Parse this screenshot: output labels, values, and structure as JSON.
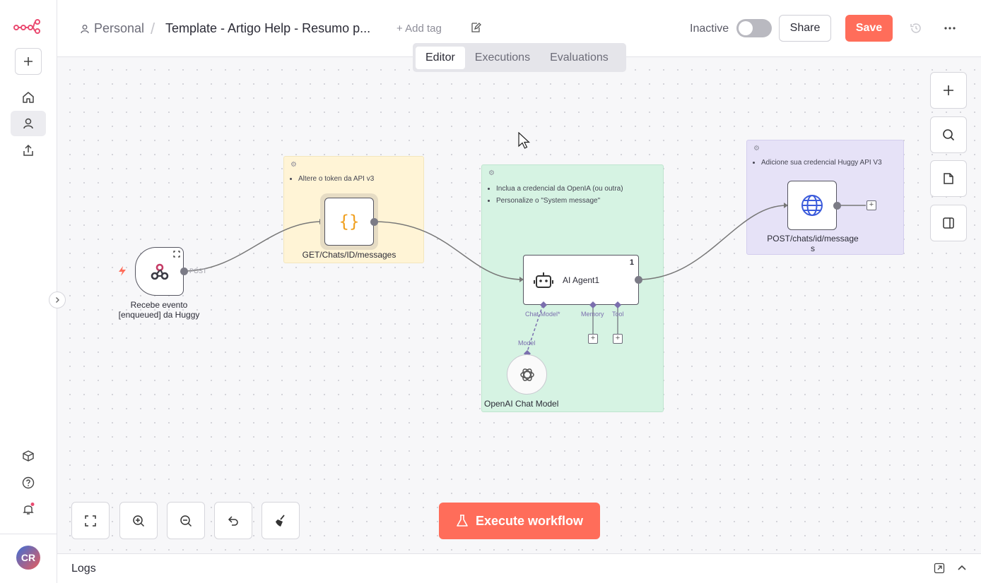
{
  "header": {
    "workspace": "Personal",
    "workflow_title": "Template - Artigo Help - Resumo p...",
    "add_tag": "+ Add tag",
    "status_label": "Inactive",
    "share_label": "Share",
    "save_label": "Save"
  },
  "tabs": [
    {
      "label": "Editor",
      "active": true
    },
    {
      "label": "Executions",
      "active": false
    },
    {
      "label": "Evaluations",
      "active": false
    }
  ],
  "rail": {
    "avatar_initials": "CR",
    "icons": [
      "n8n-logo-icon",
      "add-icon",
      "home-icon",
      "user-icon",
      "share-icon",
      "cube-icon",
      "help-icon",
      "bell-icon"
    ]
  },
  "canvas": {
    "sticky_notes": [
      {
        "id": "yellow",
        "items": [
          "Altere o token da API v3"
        ]
      },
      {
        "id": "green",
        "items": [
          "Inclua a credencial da OpenIA (ou outra)",
          "Personalize o \"System message\""
        ]
      },
      {
        "id": "purple",
        "items": [
          "Adicione sua credencial Huggy API V3"
        ]
      }
    ],
    "nodes": {
      "webhook": {
        "label_line1": "Recebe evento",
        "label_line2": "[enqueued] da Huggy",
        "output_label": "POST"
      },
      "code": {
        "label": "GET/Chats/ID/messages"
      },
      "agent": {
        "label": "AI Agent1",
        "badge": "1",
        "inputs": [
          "Chat Model*",
          "Memory",
          "Tool"
        ]
      },
      "openai": {
        "label": "OpenAI Chat Model",
        "input_label": "Model"
      },
      "http": {
        "label_line1": "POST/chats/id/message",
        "label_line2": "s"
      }
    },
    "execute_label": "Execute workflow"
  },
  "logs": {
    "label": "Logs"
  },
  "colors": {
    "accent": "#ff6d5a",
    "yellow_note": "#fff4d6",
    "green_note": "#d6f3e3",
    "purple_note": "#e6e2f7"
  }
}
